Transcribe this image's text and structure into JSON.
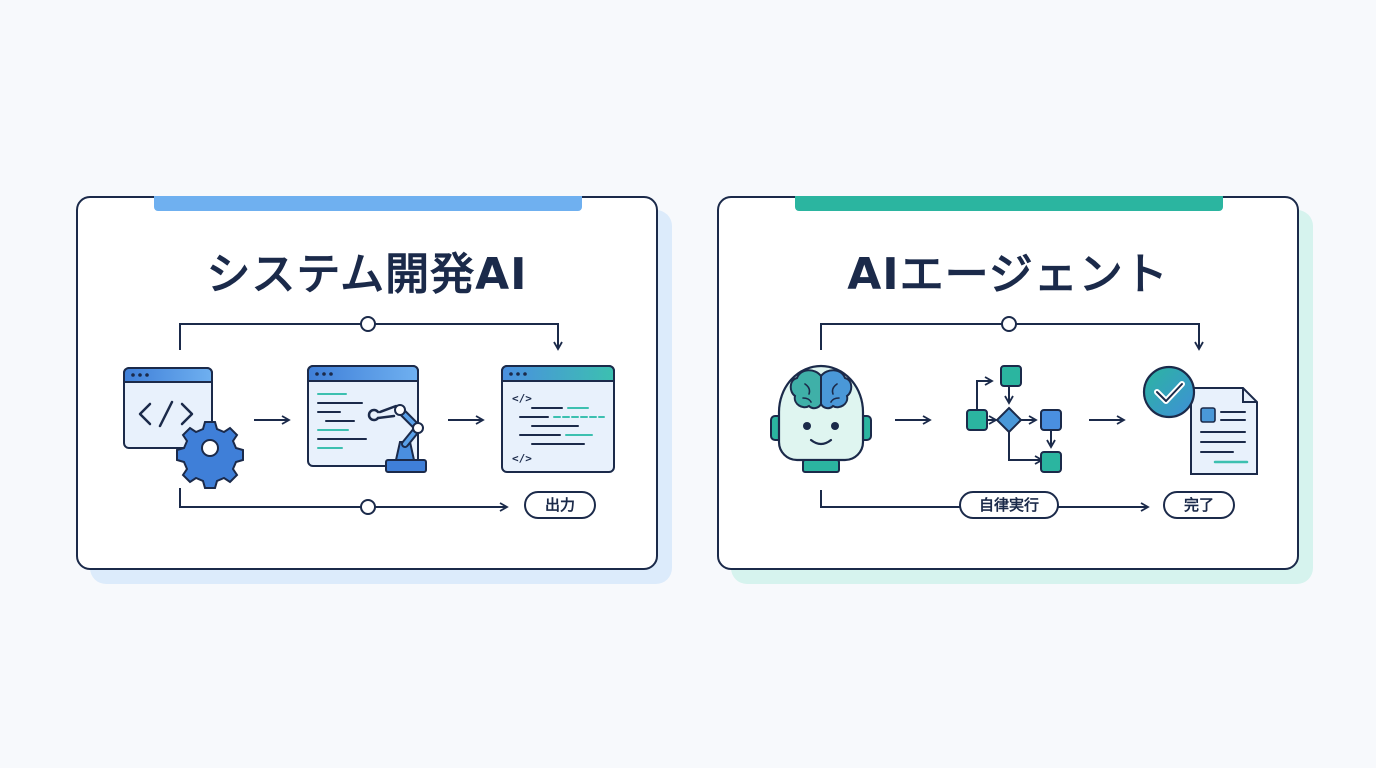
{
  "colors": {
    "ink": "#1b2a4a",
    "blue_accent": "#6fb0f0",
    "teal_accent": "#2bb5a0",
    "blue_fill": "#e8f1fc",
    "teal_fill": "#dff5f0"
  },
  "left_panel": {
    "title": "システム開発AI",
    "output_label": "出力",
    "icons": [
      "code-window-icon",
      "gear-icon",
      "robot-arm-icon",
      "code-editor-icon",
      "generated-code-icon"
    ]
  },
  "right_panel": {
    "title": "AIエージェント",
    "autonomous_label": "自律実行",
    "done_label": "完了",
    "icons": [
      "robot-head-icon",
      "brain-icon",
      "flowchart-icon",
      "checkmark-icon",
      "document-icon"
    ]
  }
}
